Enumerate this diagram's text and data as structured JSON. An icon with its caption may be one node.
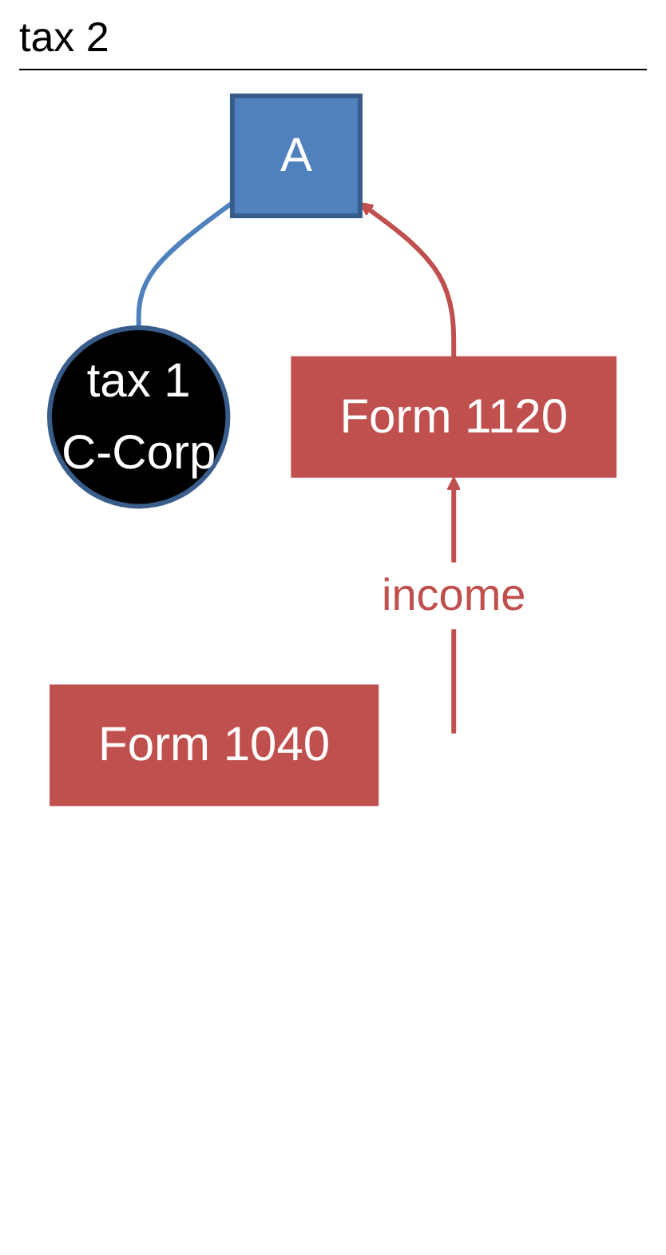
{
  "diagram": {
    "nodes": [
      {
        "text": [
          "A"
        ]
      },
      {
        "text": [
          "Form 1040"
        ]
      },
      {
        "text": [
          "tax 1",
          "C-Corp"
        ]
      },
      {
        "text": [
          "Form 1120"
        ]
      }
    ],
    "edges": [
      {
        "from": 2,
        "to": 0,
        "arrow": "none",
        "color": "#4f81bd"
      },
      {
        "from": 3,
        "to": 0,
        "arrow": "to"
      },
      {
        "from": null,
        "to": 3,
        "arrow": "to",
        "label": "income"
      }
    ],
    "labels": [
      "tax 2"
    ]
  }
}
